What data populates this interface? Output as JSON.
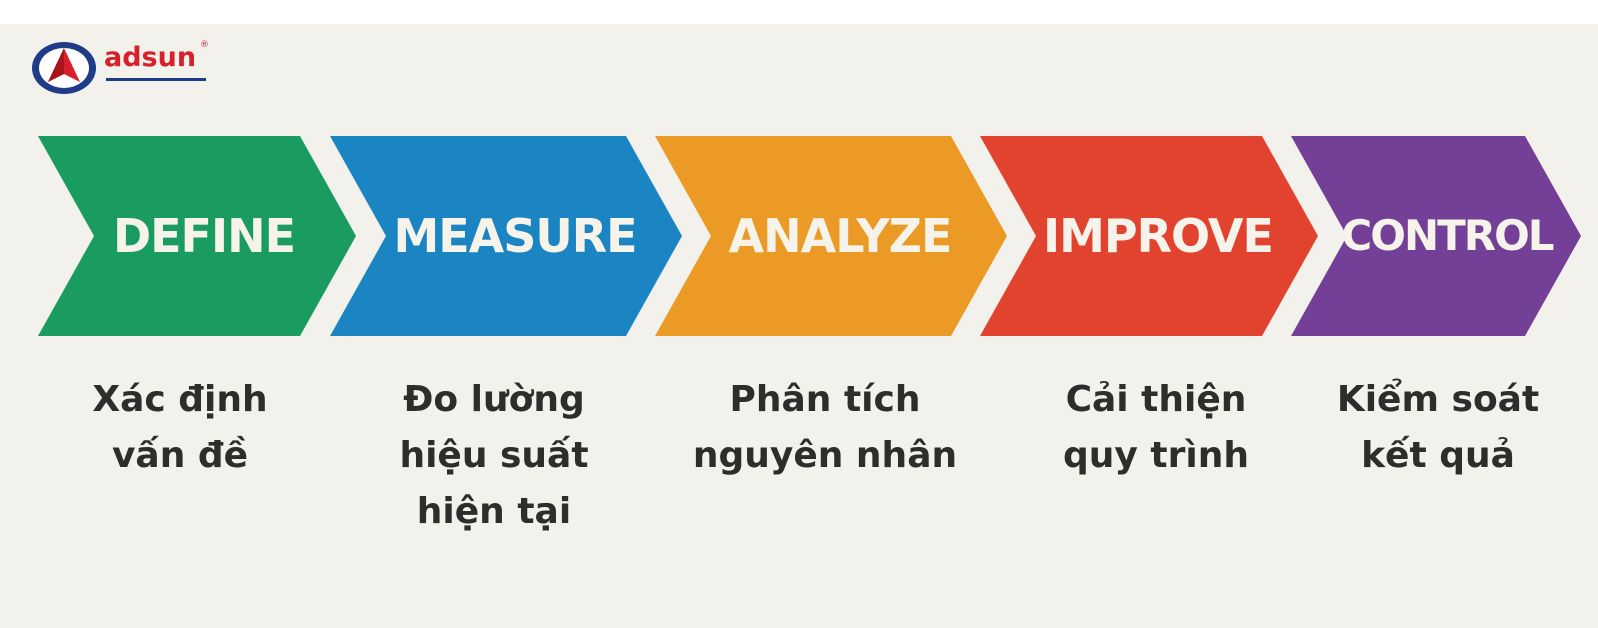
{
  "brand": {
    "name": "adsun",
    "registered_mark": "®",
    "colors": {
      "red": "#d7202b",
      "navy": "#1f3c88"
    }
  },
  "process": {
    "steps": [
      {
        "title": "DEFINE",
        "caption_lines": [
          "Xác định",
          "vấn đề"
        ],
        "color": "#1a9b5f"
      },
      {
        "title": "MEASURE",
        "caption_lines": [
          "Đo lường",
          "hiệu suất",
          "hiện tại"
        ],
        "color": "#1b84c3"
      },
      {
        "title": "ANALYZE",
        "caption_lines": [
          "Phân tích",
          "nguyên nhân"
        ],
        "color": "#eb9a26"
      },
      {
        "title": "IMPROVE",
        "caption_lines": [
          "Cải thiện",
          "quy trình"
        ],
        "color": "#e2432f"
      },
      {
        "title": "CONTROL",
        "caption_lines": [
          "Kiểm soát",
          "kết quả"
        ],
        "color": "#733f97"
      }
    ]
  }
}
